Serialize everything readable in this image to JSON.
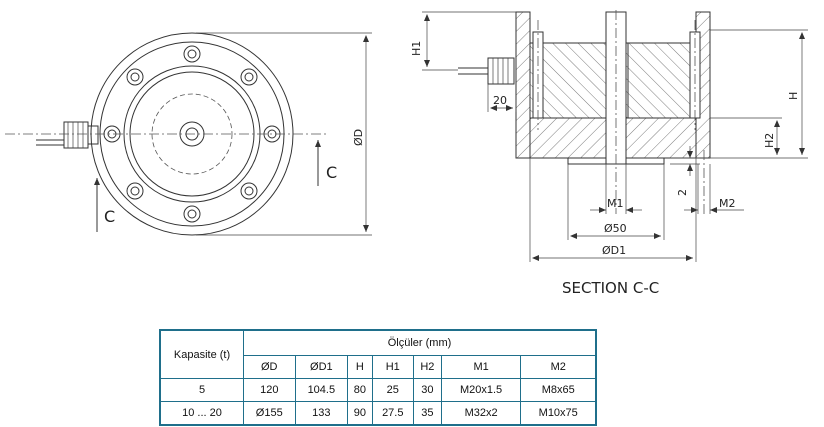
{
  "drawing": {
    "section_title": "SECTION C-C",
    "labels": {
      "c_left": "C",
      "c_right": "C",
      "od": "ØD",
      "h1": "H1",
      "h": "H",
      "h2": "H2",
      "dim_20": "20",
      "dim_2": "2",
      "m1": "M1",
      "m2": "M2",
      "d50": "Ø50",
      "d1": "ØD1"
    }
  },
  "table": {
    "capacity_header": "Kapasite (t)",
    "group_header": "Ölçüler (mm)",
    "columns": [
      "ØD",
      "ØD1",
      "H",
      "H1",
      "H2",
      "M1",
      "M2"
    ],
    "rows": [
      [
        "5",
        "120",
        "104.5",
        "80",
        "25",
        "30",
        "M20x1.5",
        "M8x65"
      ],
      [
        "10 ... 20",
        "Ø155",
        "133",
        "90",
        "27.5",
        "35",
        "M32x2",
        "M10x75"
      ]
    ]
  }
}
